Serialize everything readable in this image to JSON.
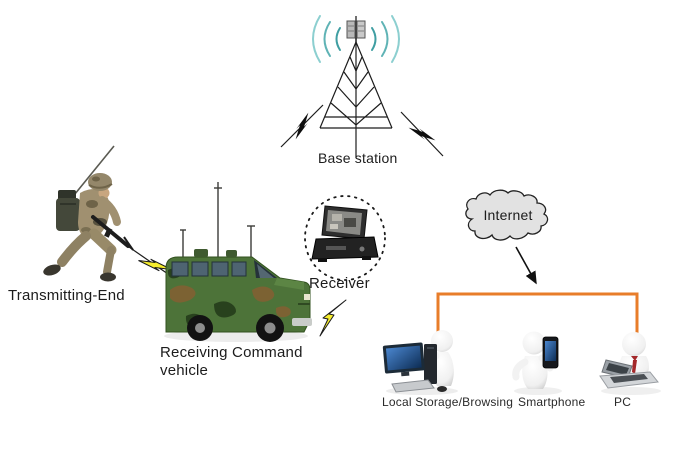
{
  "diagram": {
    "base_station": {
      "label": "Base station",
      "icon": "radio-tower-icon"
    },
    "transmitter": {
      "label": "Transmitting-End",
      "icon": "soldier-radio-icon"
    },
    "vehicle": {
      "label_line1": "Receiving Command",
      "label_line2": "vehicle",
      "icon": "camouflage-van-icon"
    },
    "receiver": {
      "label": "Receiver",
      "icon": "portable-receiver-case-icon"
    },
    "internet": {
      "label": "Internet",
      "icon": "cloud-icon"
    },
    "endpoints": [
      {
        "label": "Local Storage/Browsing",
        "icon": "figure-desktop-computer-icon"
      },
      {
        "label": "Smartphone",
        "icon": "figure-smartphone-icon"
      },
      {
        "label": "PC",
        "icon": "figure-laptop-icon"
      }
    ],
    "links": [
      {
        "name": "soldier-to-vehicle",
        "style": "yellow-lightning-arrow"
      },
      {
        "name": "vehicle-to-receiver",
        "style": "yellow-lightning-bolt"
      },
      {
        "name": "tower-uplink-left",
        "style": "black-lightning-arrow"
      },
      {
        "name": "tower-downlink-right",
        "style": "black-lightning-arrow"
      },
      {
        "name": "internet-to-endpoints",
        "style": "black-arrow-plus-orange-bracket"
      }
    ]
  },
  "colors": {
    "background": "#ffffff",
    "line_art": "#1c1c1c",
    "radio_wave_teal": "#5fb3b5",
    "lightning_yellow": "#f7ee2e",
    "bracket_orange": "#e87d2a",
    "cloud_fill": "#e2e2e2",
    "vehicle_green": "#4d7339",
    "vehicle_camo_brown": "#7c6233",
    "screen_blue": "#2f6db8",
    "tie_red": "#a4282a"
  }
}
